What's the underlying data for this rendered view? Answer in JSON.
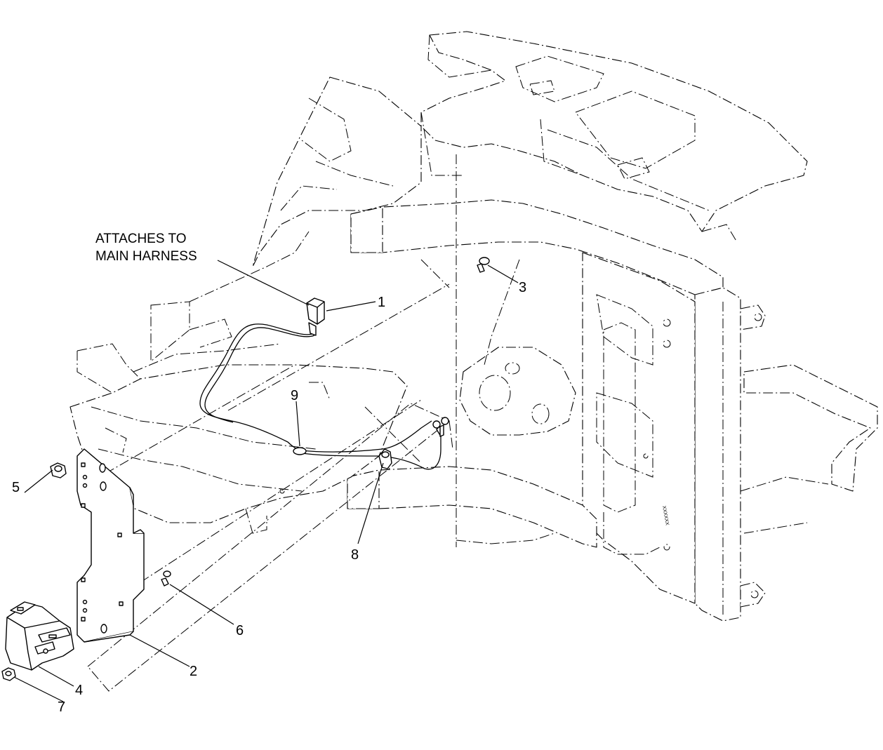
{
  "note": {
    "line1": "ATTACHES TO",
    "line2": "MAIN HARNESS"
  },
  "callouts": [
    "1",
    "2",
    "3",
    "4",
    "5",
    "6",
    "7",
    "8",
    "9"
  ],
  "frame_mark": "XXXXXX",
  "parts": {
    "harness": "wire-harness",
    "bracket": "mounting-bracket",
    "screw": "screw",
    "switch": "switch",
    "nut": "flange-nut",
    "bolt": "carriage-bolt",
    "locknut": "lock-nut",
    "clamp": "cable-clamp",
    "tie": "cable-tie"
  }
}
